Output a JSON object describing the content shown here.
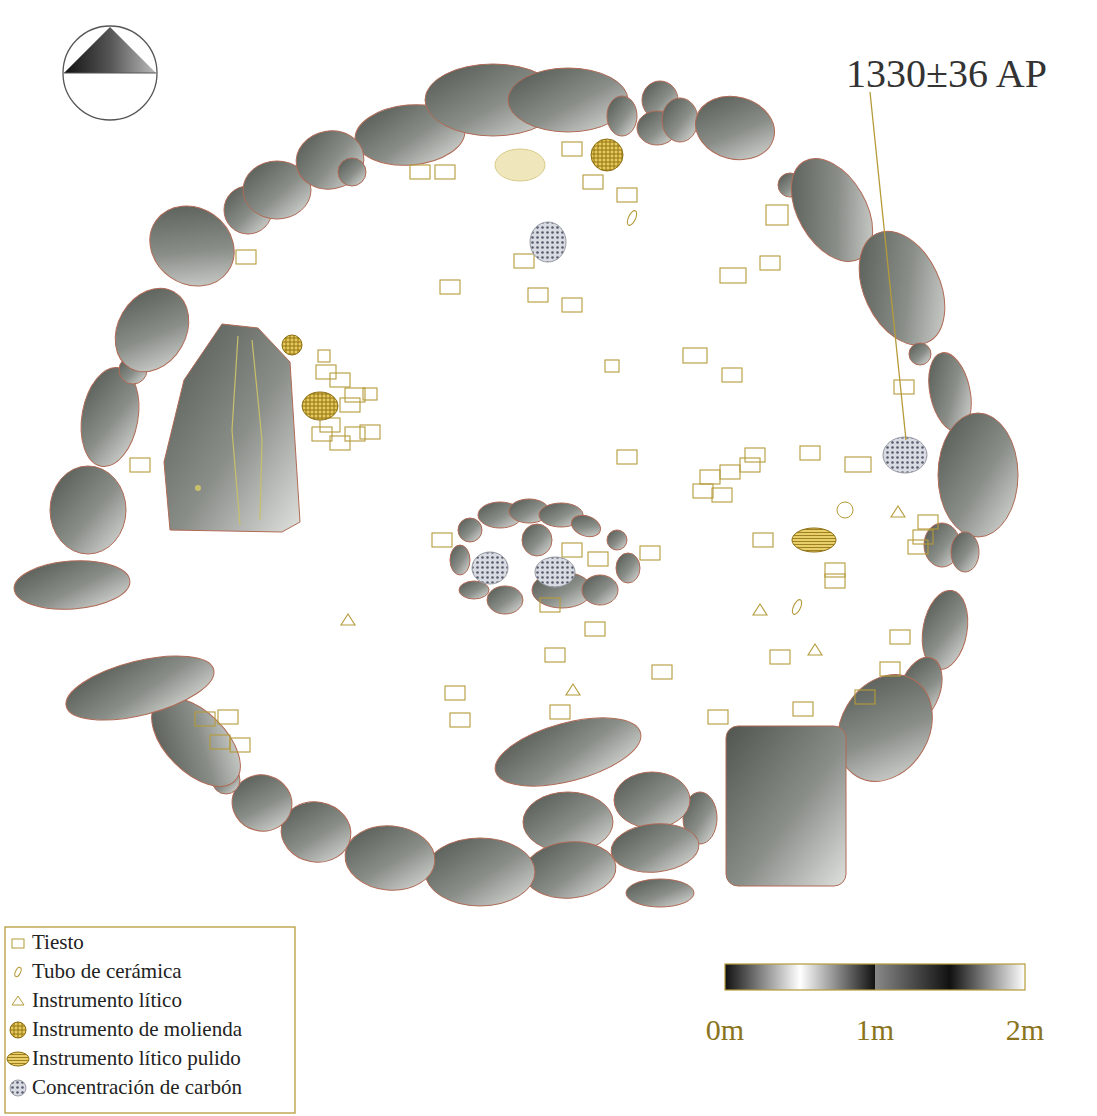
{
  "diagram": {
    "labels": [
      "1330±36 AP",
      "0m",
      "1m",
      "2m"
    ],
    "legend": [
      {
        "text": "Tiesto"
      },
      {
        "text": "Tubo de cerámica"
      },
      {
        "text": "Instrumento lítico"
      },
      {
        "text": "Instrumento de molienda"
      },
      {
        "text": "Instrumento lítico pulido"
      },
      {
        "text": "Concentración de carbón"
      }
    ]
  }
}
